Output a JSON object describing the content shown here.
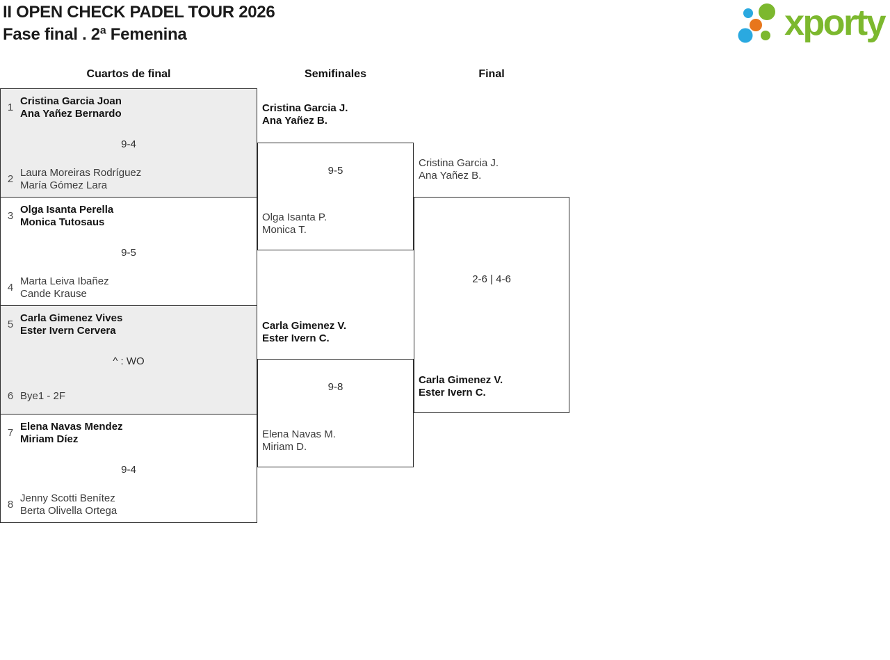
{
  "header": {
    "title_line1": "II OPEN CHECK PADEL TOUR 2026",
    "title_line2": "Fase final . 2ª Femenina"
  },
  "logo": {
    "text": "xporty",
    "green": "#7cb82e",
    "blue": "#2aa9e0",
    "orange": "#e8761c"
  },
  "columns": {
    "quarterfinals": "Cuartos de final",
    "semifinals": "Semifinales",
    "final": "Final"
  },
  "quarterfinals": [
    {
      "seed_top": "1",
      "team_top": [
        "Cristina Garcia Joan",
        "Ana Yañez Bernardo"
      ],
      "score": "9-4",
      "seed_bottom": "2",
      "team_bottom": [
        "Laura Moreiras Rodríguez",
        "María Gómez Lara"
      ]
    },
    {
      "seed_top": "3",
      "team_top": [
        "Olga Isanta Perella",
        "Monica Tutosaus"
      ],
      "score": "9-5",
      "seed_bottom": "4",
      "team_bottom": [
        "Marta Leiva Ibañez",
        "Cande Krause"
      ]
    },
    {
      "seed_top": "5",
      "team_top": [
        "Carla Gimenez Vives",
        "Ester Ivern Cervera"
      ],
      "score": "^ : WO",
      "seed_bottom": "6",
      "team_bottom": [
        "Bye1 - 2F"
      ]
    },
    {
      "seed_top": "7",
      "team_top": [
        "Elena Navas Mendez",
        "Miriam Díez"
      ],
      "score": "9-4",
      "seed_bottom": "8",
      "team_bottom": [
        "Jenny Scotti Benítez",
        "Berta Olivella Ortega"
      ]
    }
  ],
  "semifinals": [
    {
      "team_top": [
        "Cristina Garcia J.",
        "Ana Yañez B."
      ],
      "score": "9-5",
      "team_bottom": [
        "Olga Isanta P.",
        "Monica T."
      ]
    },
    {
      "team_top": [
        "Carla Gimenez V.",
        "Ester Ivern C."
      ],
      "score": "9-8",
      "team_bottom": [
        "Elena Navas M.",
        "Miriam D."
      ]
    }
  ],
  "final": {
    "team_top": [
      "Cristina Garcia J.",
      "Ana Yañez B."
    ],
    "score": "2-6 | 4-6",
    "team_bottom": [
      "Carla Gimenez V.",
      "Ester Ivern C."
    ]
  }
}
